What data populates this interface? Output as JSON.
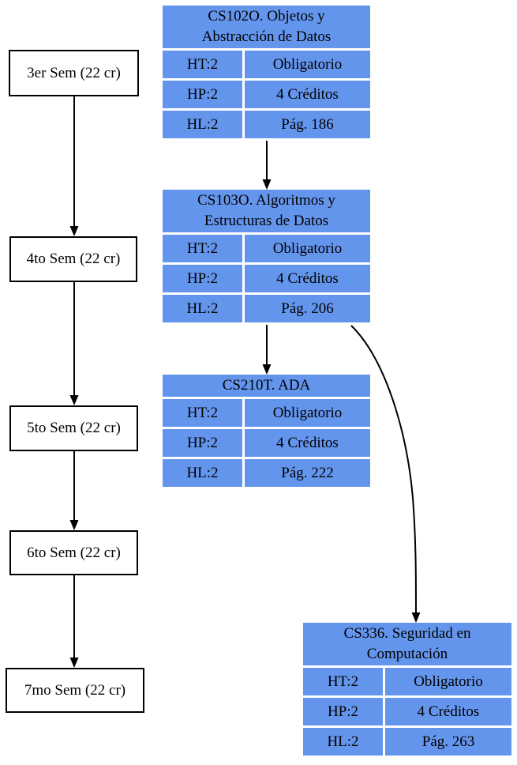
{
  "diagram": {
    "background_color": "#ffffff",
    "node_fill_color": "#6495ED",
    "edge_color": "#000000",
    "semesters": [
      {
        "label": "3er Sem (22 cr)"
      },
      {
        "label": "4to Sem (22 cr)"
      },
      {
        "label": "5to Sem (22 cr)"
      },
      {
        "label": "6to Sem (22 cr)"
      },
      {
        "label": "7mo Sem (22 cr)"
      }
    ],
    "courses": [
      {
        "code": "CS102O",
        "title": "CS102O. Objetos y Abstracción de Datos",
        "cells": [
          {
            "label": "HT:2",
            "value": "Obligatorio"
          },
          {
            "label": "HP:2",
            "value": "4 Créditos"
          },
          {
            "label": "HL:2",
            "value": "Pág. 186"
          }
        ]
      },
      {
        "code": "CS103O",
        "title": "CS103O. Algoritmos y Estructuras de Datos",
        "cells": [
          {
            "label": "HT:2",
            "value": "Obligatorio"
          },
          {
            "label": "HP:2",
            "value": "4 Créditos"
          },
          {
            "label": "HL:2",
            "value": "Pág. 206"
          }
        ]
      },
      {
        "code": "CS210T",
        "title": "CS210T. ADA",
        "cells": [
          {
            "label": "HT:2",
            "value": "Obligatorio"
          },
          {
            "label": "HP:2",
            "value": "4 Créditos"
          },
          {
            "label": "HL:2",
            "value": "Pág. 222"
          }
        ]
      },
      {
        "code": "CS336",
        "title": "CS336. Seguridad en Computación",
        "cells": [
          {
            "label": "HT:2",
            "value": "Obligatorio"
          },
          {
            "label": "HP:2",
            "value": "4 Créditos"
          },
          {
            "label": "HL:2",
            "value": "Pág. 263"
          }
        ]
      }
    ],
    "edges": [
      {
        "from": "3er Sem (22 cr)",
        "to": "4to Sem (22 cr)"
      },
      {
        "from": "4to Sem (22 cr)",
        "to": "5to Sem (22 cr)"
      },
      {
        "from": "5to Sem (22 cr)",
        "to": "6to Sem (22 cr)"
      },
      {
        "from": "6to Sem (22 cr)",
        "to": "7mo Sem (22 cr)"
      },
      {
        "from": "CS102O",
        "to": "CS103O"
      },
      {
        "from": "CS103O",
        "to": "CS210T"
      },
      {
        "from": "CS103O",
        "to": "CS336"
      }
    ]
  }
}
